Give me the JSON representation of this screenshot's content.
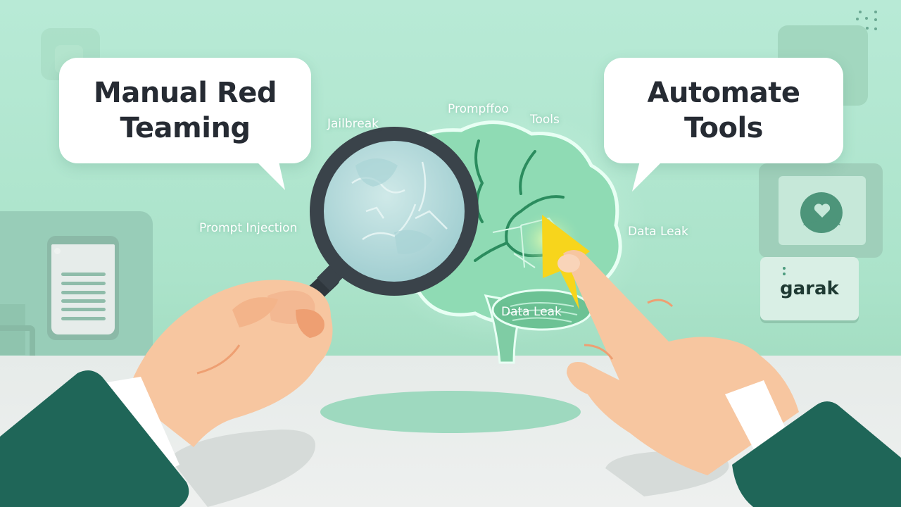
{
  "scene": {
    "description": "Illustration: manual red teaming vs automated tools for testing an AI brain",
    "colors": {
      "background": "#b8ead6",
      "desk": "#e8eceb",
      "suit": "#1f6658",
      "skin": "#f7c6a0",
      "skin_shadow": "#ee9f72",
      "bubble": "#ffffff",
      "bubble_text": "#262b33",
      "magnifier_frame": "#3a434a",
      "brain": "#7fd2a8",
      "bolt": "#f7d51c",
      "tag_text": "#ffffff"
    }
  },
  "bubbles": {
    "left": {
      "lines": [
        "Manual Red",
        "Teaming"
      ]
    },
    "right": {
      "lines": [
        "Automate",
        "Tools"
      ]
    }
  },
  "tags": {
    "jailbreak": "Jailbreak",
    "promptfoo": "Prompffoo",
    "tools": "Tools",
    "prompt_injection": "Prompt Injection",
    "data_leak_right": "Data Leak",
    "data_leak_center": "Data Leak"
  },
  "panels": {
    "left_document": {
      "icon": "document-icon",
      "lines": 6
    },
    "right_chat": {
      "icon": "chat-heart-icon"
    },
    "garak": {
      "label": "garak"
    }
  },
  "icons": {
    "magnifier": "magnifying-glass-icon",
    "brain": "brain-icon",
    "bolt": "lightning-bolt-icon",
    "left_hand": "hand-holding-magnifier",
    "right_hand": "hand-pointing-finger"
  }
}
